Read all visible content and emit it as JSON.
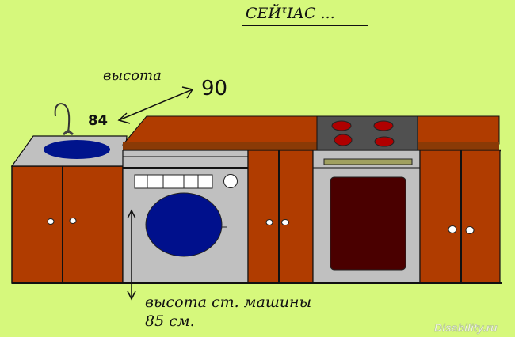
{
  "title": "СЕЙЧАС ...",
  "labels": {
    "height": "высота",
    "counter_height": "90",
    "sink_height": "84",
    "washer_height_line1": "высота ст. машины",
    "washer_height_line2": "85 см."
  },
  "watermark": "Disability.ru",
  "colors": {
    "background": "#d6f87c",
    "cabinet": "#b03c00",
    "counter_edge": "#8a3a06",
    "appliance": "#c0c0c0",
    "stove_top": "#505050",
    "burner": "#b00000",
    "basin": "#00148c",
    "oven_door": "#4a0000"
  }
}
